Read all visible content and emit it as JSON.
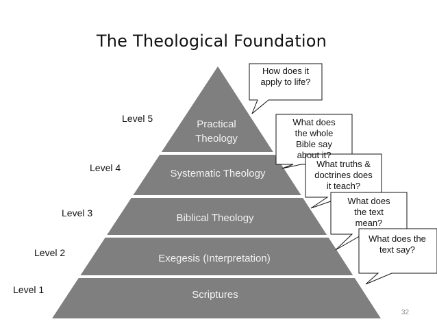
{
  "title": "The Theological Foundation",
  "levels": [
    "Level 5",
    "Level 4",
    "Level 3",
    "Level 2",
    "Level 1"
  ],
  "tiers": {
    "practical": "Practical Theology",
    "practical_line1": "Practical",
    "practical_line2": "Theology",
    "systematic": "Systematic Theology",
    "biblical": "Biblical Theology",
    "exegesis": "Exegesis (Interpretation)",
    "scriptures": "Scriptures"
  },
  "callouts": {
    "apply": [
      "How does it",
      "apply to life?"
    ],
    "whole_bible": [
      "What does",
      "the whole",
      "Bible say",
      "about it?"
    ],
    "truths": [
      "What truths &",
      "doctrines does",
      "it teach?"
    ],
    "text_mean": [
      "What does",
      "the text",
      "mean?"
    ],
    "text_say": [
      "What does the",
      "text say?"
    ]
  },
  "page_number": "32",
  "colors": {
    "pyramid": "#7f7f7f",
    "divider": "#ffffff",
    "tier_text": "#f2f2f2"
  }
}
